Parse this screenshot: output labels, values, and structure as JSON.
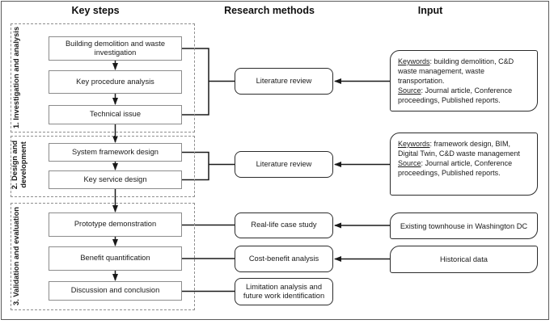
{
  "headers": {
    "key_steps": "Key steps",
    "research_methods": "Research methods",
    "input": "Input"
  },
  "groups": [
    {
      "label": "1. Investigation and analysis"
    },
    {
      "label": "2. Design and development"
    },
    {
      "label": "3. Validation and evaluation"
    }
  ],
  "key_steps": [
    "Building demolition and waste investigation",
    "Key procedure analysis",
    "Technical issue",
    "System framework design",
    "Key service design",
    "Prototype demonstration",
    "Benefit quantification",
    "Discussion and conclusion"
  ],
  "research_methods": [
    "Literature review",
    "Literature review",
    "Real-life case study",
    "Cost-benefit analysis",
    "Limitation analysis and future work identification"
  ],
  "inputs": [
    {
      "keywords_label": "Keywords",
      "keywords_text": ": building demolition, C&D waste management, waste transportation.",
      "source_label": "Source",
      "source_text": ": Journal article, Conference proceedings, Published reports."
    },
    {
      "keywords_label": "Keywords",
      "keywords_text": ": framework design, BIM, Digital Twin, C&D waste management",
      "source_label": "Source",
      "source_text": ": Journal article, Conference proceedings, Published reports."
    },
    {
      "text": "Existing townhouse in Washington DC"
    },
    {
      "text": "Historical data"
    }
  ],
  "colors": {
    "ink": "#1a1a1a",
    "box_border_gray": "#8c8c8c",
    "dashed_border": "#8f8f8f",
    "background": "#ffffff"
  }
}
